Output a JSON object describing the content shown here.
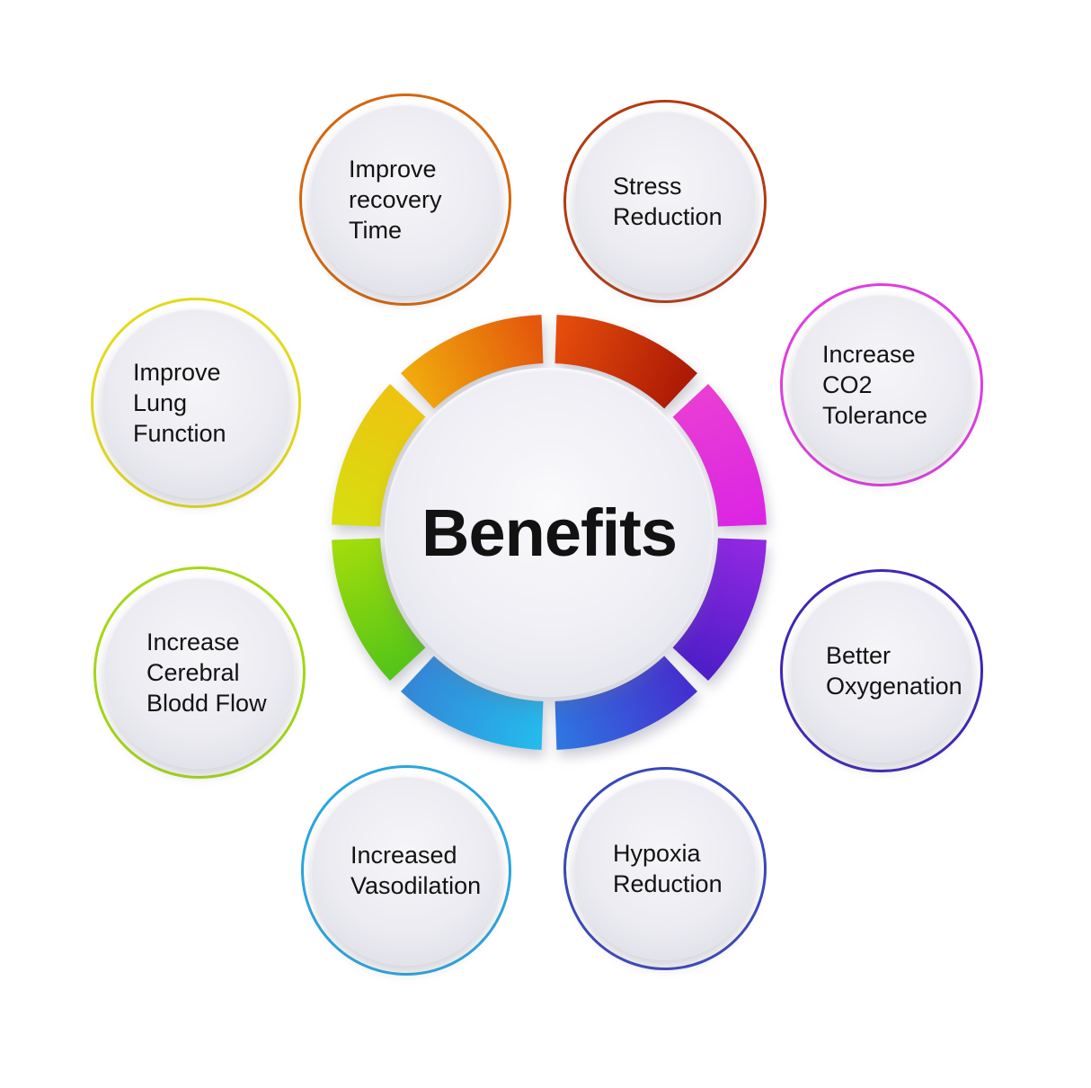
{
  "center": {
    "title": "Benefits"
  },
  "ring": {
    "segments": [
      {
        "name": "red",
        "from": "#e44d0c",
        "to": "#ad1a05"
      },
      {
        "name": "magenta",
        "from": "#e93dd4",
        "to": "#dc25e4"
      },
      {
        "name": "purple",
        "from": "#9128e2",
        "to": "#4f1ec8"
      },
      {
        "name": "blue",
        "from": "#4430cf",
        "to": "#2f74e0"
      },
      {
        "name": "cyan",
        "from": "#25b9ec",
        "to": "#3388d8"
      },
      {
        "name": "green",
        "from": "#55c517",
        "to": "#a2dc0c"
      },
      {
        "name": "yellow",
        "from": "#d6de10",
        "to": "#eec411"
      },
      {
        "name": "orange",
        "from": "#f0a90d",
        "to": "#e4570c"
      }
    ]
  },
  "satellites": [
    {
      "id": "improve-recovery-time",
      "line1": "Improve",
      "line2": "recovery Time",
      "color": "#d4670e"
    },
    {
      "id": "stress-reduction",
      "line1": "Stress",
      "line2": "Reduction",
      "color": "#b33a12"
    },
    {
      "id": "increase-co2-tolerance",
      "line1": "Increase",
      "line2": "CO2 Tolerance",
      "color": "#dd3fdd"
    },
    {
      "id": "better-oxygenation",
      "line1": "Better",
      "line2": "Oxygenation",
      "color": "#4226b5"
    },
    {
      "id": "hypoxia-reduction",
      "line1": "Hypoxia",
      "line2": "Reduction",
      "color": "#3a49b8"
    },
    {
      "id": "increased-vasodilation",
      "line1": "Increased",
      "line2": "Vasodilation",
      "color": "#2aa6dc"
    },
    {
      "id": "increase-cerebral-blodd-flow",
      "line1": "Increase",
      "line2": "Cerebral",
      "line3": "Blodd Flow",
      "color": "#a5d816"
    },
    {
      "id": "improve-lung-function",
      "line1": "Improve",
      "line2": "Lung Function",
      "color": "#e2da1c"
    }
  ]
}
